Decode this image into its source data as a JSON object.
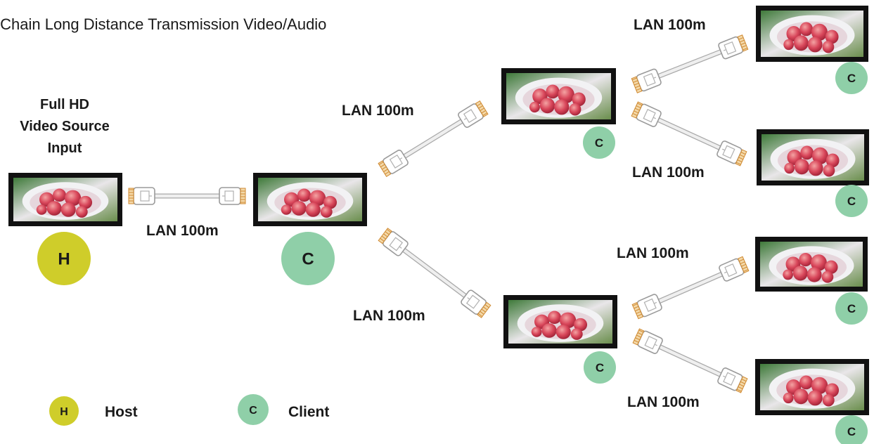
{
  "title": "sy Chain Long Distance Transmission Video/Audio",
  "source_label": [
    "Full HD",
    "Video Source",
    "Input"
  ],
  "link_label": "LAN 100m",
  "host_letter": "H",
  "client_letter": "C",
  "legend": {
    "host": "Host",
    "client": "Client"
  },
  "colors": {
    "host": "#cfcd2a",
    "client": "#8fcfa8",
    "screen_frame": "#111111",
    "cable": "#d0d0d0",
    "connector_pins": "#e0a050"
  }
}
